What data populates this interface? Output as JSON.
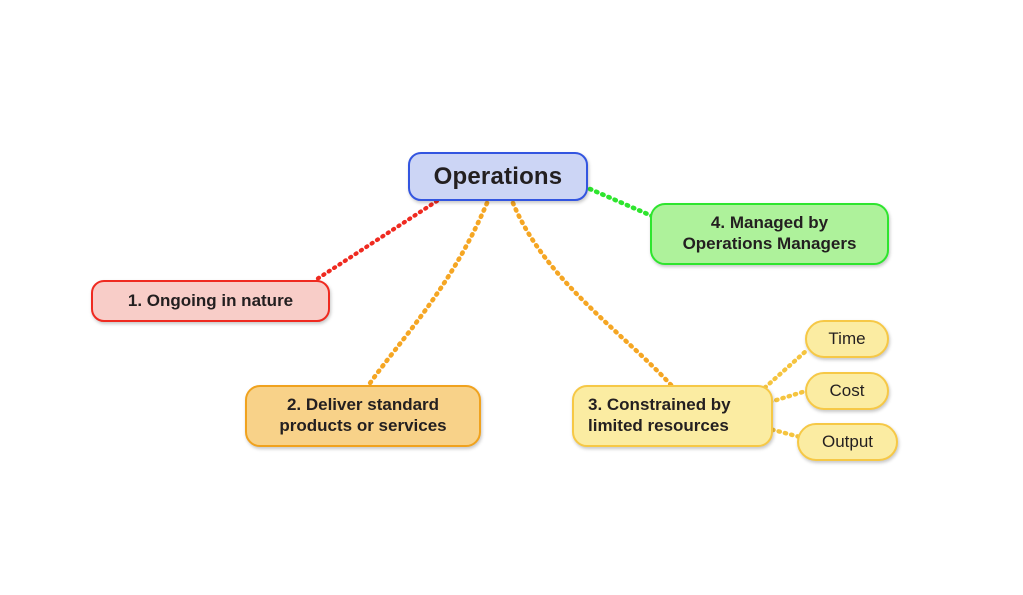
{
  "diagram": {
    "title": "Operations mind map",
    "background_color": "#ffffff",
    "root": {
      "label": "Operations",
      "fill": "#ccd5f5",
      "stroke": "#3355e0"
    },
    "branches": [
      {
        "id": "b1",
        "label": "1. Ongoing in nature",
        "fill": "#f8cdc8",
        "stroke": "#ef2a20",
        "edge_color": "#ef2a20"
      },
      {
        "id": "b2",
        "label": "2. Deliver standard\nproducts or services",
        "fill": "#f8d289",
        "stroke": "#f0a21e",
        "edge_color": "#f5a623"
      },
      {
        "id": "b3",
        "label": "3. Constrained by\nlimited resources",
        "fill": "#fbeca2",
        "stroke": "#f6c846",
        "edge_color": "#f5c43f"
      },
      {
        "id": "b4",
        "label": "4. Managed by\nOperations Managers",
        "fill": "#aef29b",
        "stroke": "#2ee52e",
        "edge_color": "#2ee52e"
      }
    ],
    "leaves": [
      {
        "id": "time",
        "label": "Time",
        "fill": "#fbeca2",
        "stroke": "#f6c846"
      },
      {
        "id": "cost",
        "label": "Cost",
        "fill": "#fbeca2",
        "stroke": "#f6c846"
      },
      {
        "id": "output",
        "label": "Output",
        "fill": "#fbeca2",
        "stroke": "#f6c846"
      }
    ],
    "edges": [
      {
        "from": "root",
        "to": "b1",
        "style": "dotted",
        "color": "#ef2a20"
      },
      {
        "from": "root",
        "to": "b2",
        "style": "dotted",
        "color": "#f5a623"
      },
      {
        "from": "root",
        "to": "b3",
        "style": "dotted",
        "color": "#f5a623"
      },
      {
        "from": "root",
        "to": "b4",
        "style": "dotted",
        "color": "#2ee52e"
      },
      {
        "from": "b3",
        "to": "time",
        "style": "dotted",
        "color": "#f5c43f"
      },
      {
        "from": "b3",
        "to": "cost",
        "style": "dotted",
        "color": "#f5c43f"
      },
      {
        "from": "b3",
        "to": "output",
        "style": "dotted",
        "color": "#f5c43f"
      }
    ]
  }
}
